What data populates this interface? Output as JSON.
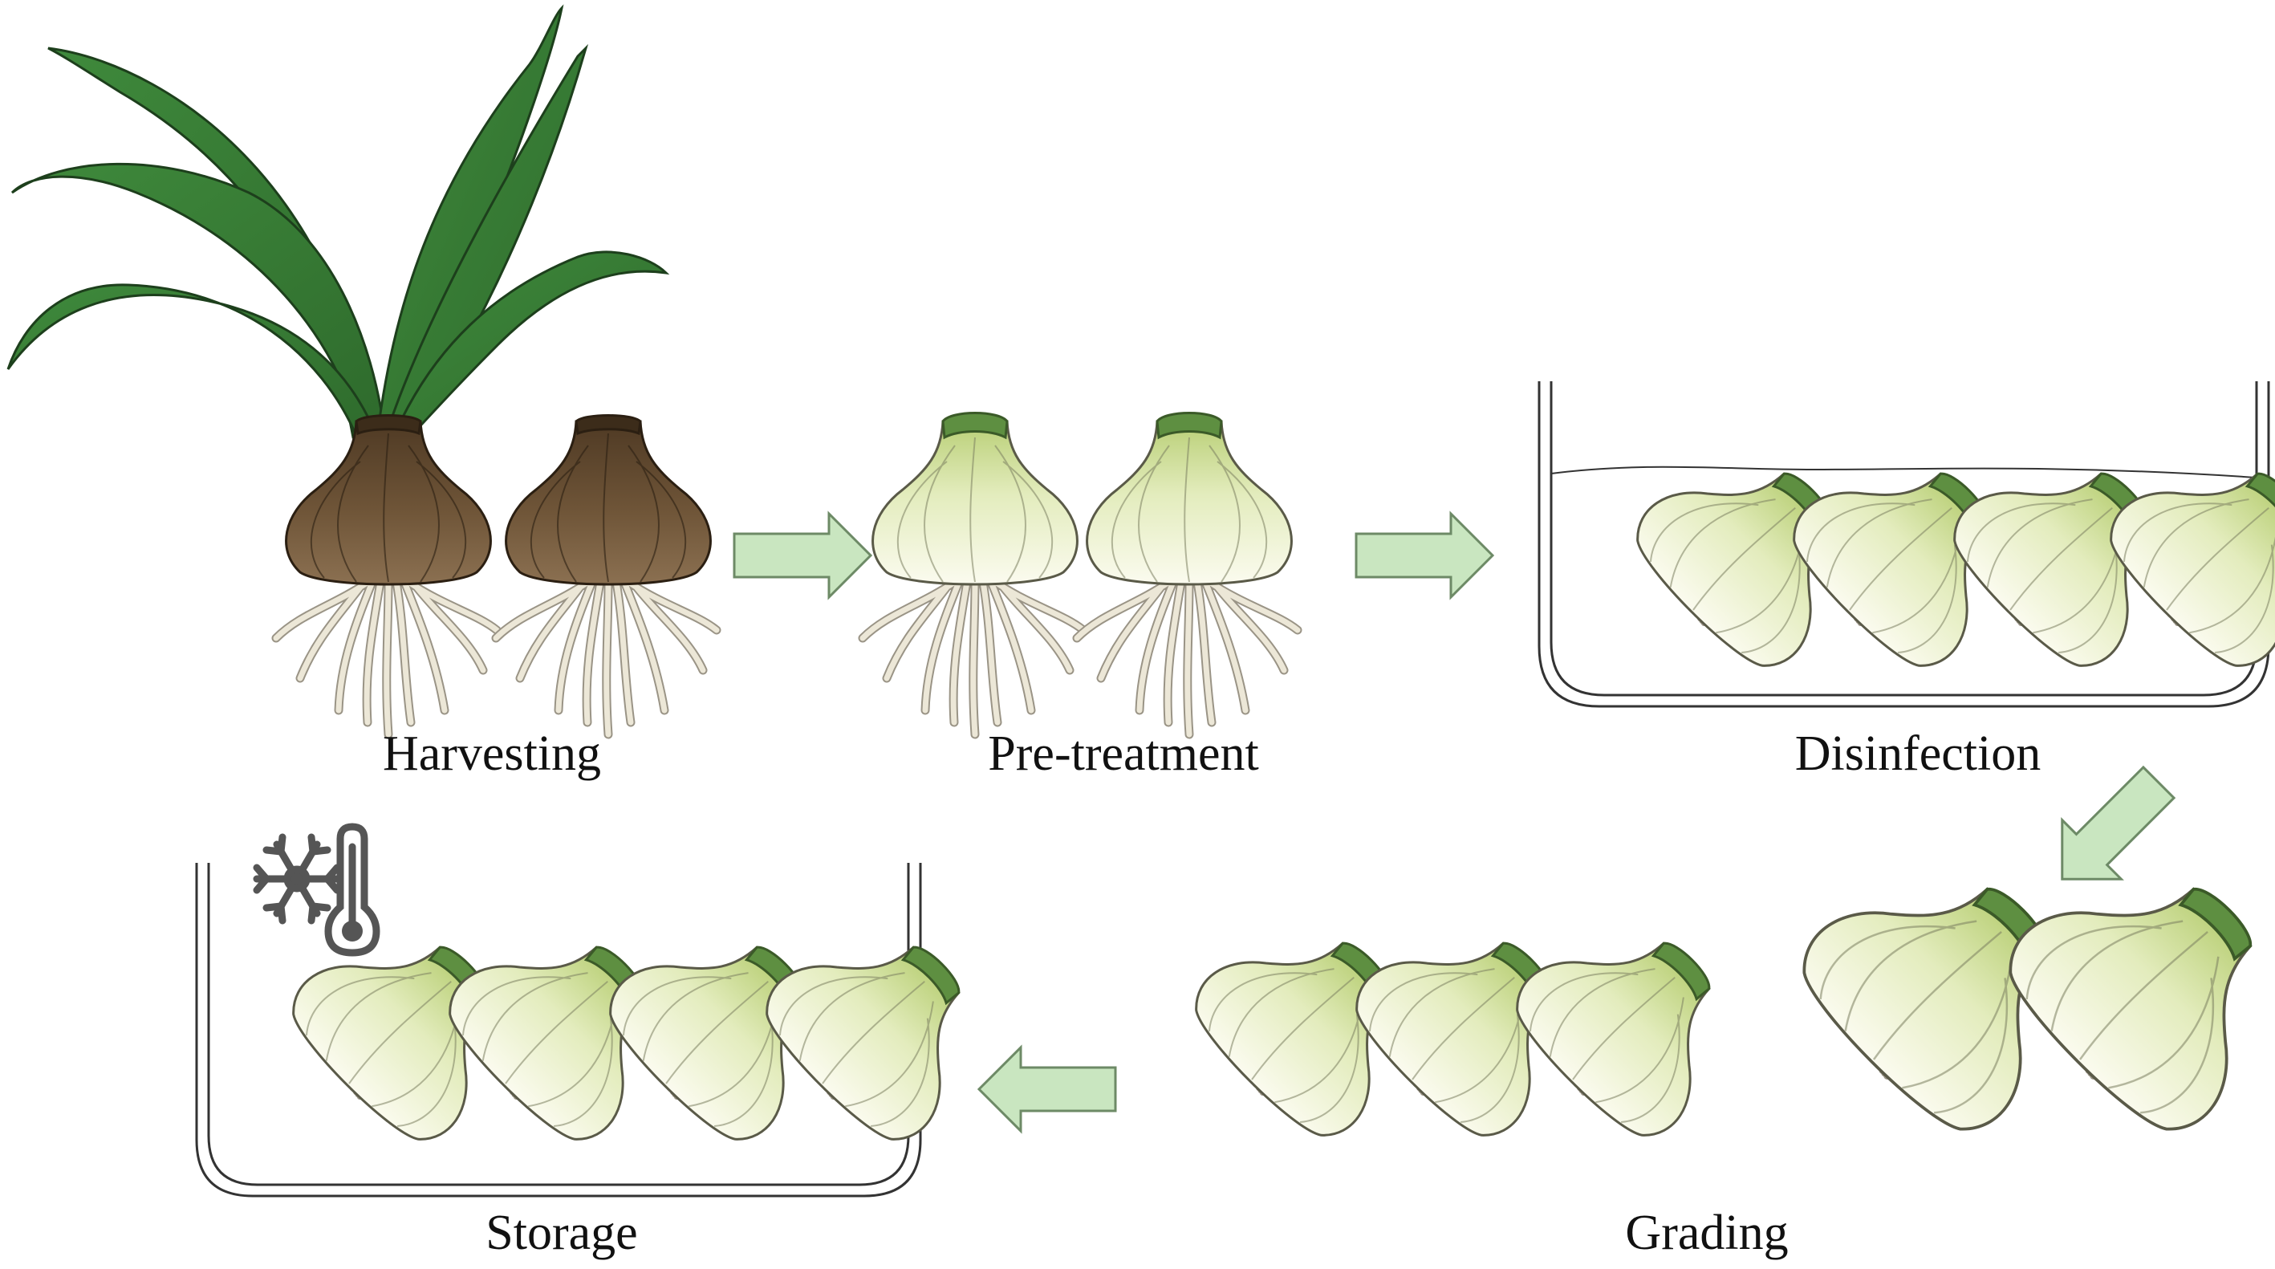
{
  "steps": {
    "harvesting": "Harvesting",
    "pretreatment": "Pre-treatment",
    "disinfection": "Disinfection",
    "grading": "Grading",
    "storage": "Storage"
  },
  "icons": {
    "flow_arrow": "arrow-icon",
    "storage_condition": "snowflake-thermometer-icon"
  },
  "colors": {
    "arrow_fill": "#c9e6c0",
    "arrow_stroke": "#6d8a66",
    "leaf_dark": "#2e6a2c",
    "leaf_mid": "#3f8a3c",
    "bulb_brown_top": "#4f3a24",
    "bulb_brown_bottom": "#8b7051",
    "bulb_pale_top": "#b9cf76",
    "bulb_pale_bottom": "#fbfbef",
    "bulb_neck": "#5e8f41",
    "root": "#e9e4d4",
    "container_line": "#333333",
    "icon_gray": "#555555"
  }
}
